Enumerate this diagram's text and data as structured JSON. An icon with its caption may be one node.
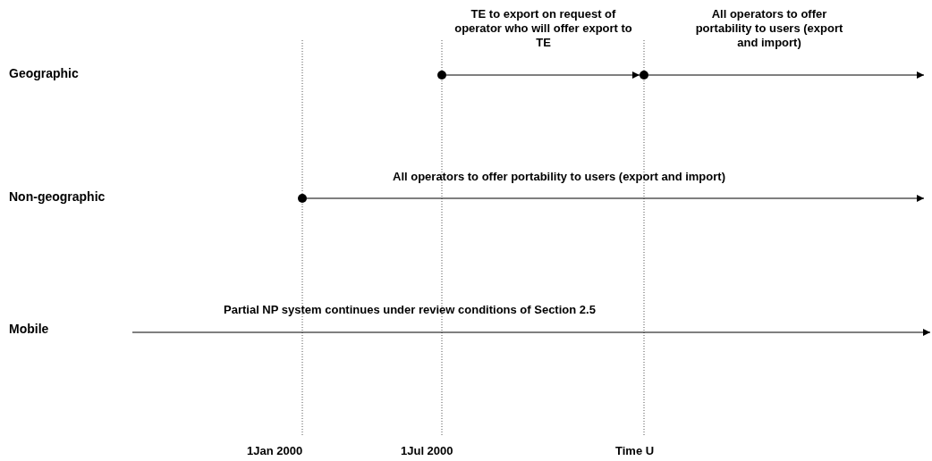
{
  "diagram": {
    "nodes": [
      {
        "text": [],
        "shape": "circle"
      },
      {
        "text": [],
        "shape": "circle"
      },
      {
        "text": [],
        "shape": "circle"
      }
    ],
    "edges": [
      {
        "from": 0,
        "to": 1,
        "arrow": "to",
        "label": "TE to export on request of operator who will offer export to TE"
      },
      {
        "from": 1,
        "to": null,
        "arrow": "to",
        "label": "All operators to offer portability to users (export and import)"
      },
      {
        "from": 2,
        "to": null,
        "arrow": "to",
        "label": "All operators to offer portability to users (export and import)"
      }
    ],
    "labels": [
      "Geographic",
      "Non-geographic",
      "Partial NP system continues under review conditions of Section 2.5",
      "Mobile",
      "1Jan 2000",
      "1Jul 2000",
      "Time U"
    ]
  }
}
